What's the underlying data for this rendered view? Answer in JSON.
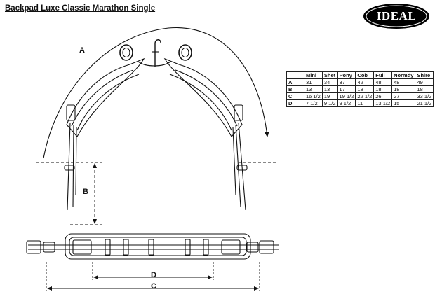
{
  "title": "Backpad Luxe Classic Marathon Single",
  "logo": {
    "text": "IDEAL"
  },
  "dimensions": {
    "a": "A",
    "b": "B",
    "c": "C",
    "d": "D"
  },
  "size_table": {
    "headers": [
      "",
      "Mini",
      "Shet",
      "Pony",
      "Cob",
      "Full",
      "Normdy",
      "Shire"
    ],
    "rows": [
      {
        "label": "A",
        "values": [
          "31",
          "34",
          "37",
          "42",
          "48",
          "48",
          "49"
        ]
      },
      {
        "label": "B",
        "values": [
          "13",
          "13",
          "17",
          "18",
          "18",
          "18",
          "18"
        ]
      },
      {
        "label": "C",
        "values": [
          "16 1/2",
          "19",
          "19 1/2",
          "22 1/2",
          "26",
          "27",
          "33 1/2"
        ]
      },
      {
        "label": "D",
        "values": [
          "7 1/2",
          "9 1/2",
          "9 1/2",
          "11",
          "13 1/2",
          "15",
          "21 1/2"
        ]
      }
    ]
  }
}
